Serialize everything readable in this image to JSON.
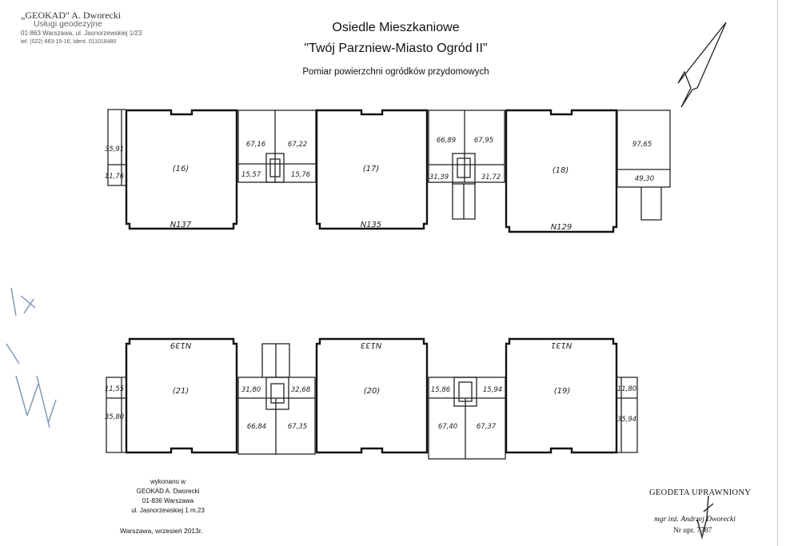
{
  "stamp": {
    "line1": "„GEOKAD\" A. Dworecki",
    "line2": "Usługi geodezyjne",
    "line3": "01-863 Warszawa, ul. Jasnorzewskiej 1/23",
    "line4": "tel. (022) 663-15-16, Ident. 011018480"
  },
  "header": {
    "title": "Osiedle Mieszkaniowe",
    "subtitle": "\"Twój Parzniew-Miasto Ogród II\"",
    "description": "Pomiar powierzchni ogródków przydomowych"
  },
  "plan": {
    "buildings": {
      "b16": "(16)",
      "b17": "(17)",
      "b18": "(18)",
      "b19": "(19)",
      "b20": "(20)",
      "b21": "(21)"
    },
    "labels": {
      "n137": "N137",
      "n135": "N135",
      "n129": "N129",
      "n139": "N139",
      "n133": "N133",
      "n131": "N131"
    },
    "areas": {
      "a3591": "35,91",
      "a1176": "11,76",
      "a6716": "67,16",
      "a6722": "67,22",
      "a1557": "15,57",
      "a1576": "15,76",
      "a6689": "66,89",
      "a6795": "67,95",
      "a3139": "31,39",
      "a3172": "31,72",
      "a9765": "97,65",
      "a4930": "49,30",
      "a1155": "11,55",
      "a3580": "35,80",
      "a3180": "31,80",
      "a3268": "32,68",
      "a6684": "66,84",
      "a6735": "67,35",
      "a1586": "15,86",
      "a1594": "15,94",
      "a6740": "67,40",
      "a6737": "67,37",
      "a1180": "11,80",
      "a3594": "35,94"
    }
  },
  "footer": {
    "made_by": "wykonano w",
    "company": "GEOKAD A. Dworecki",
    "postcode": "01-836 Warszawa",
    "street": "ul. Jasnorzewskiej 1 m.23",
    "date": "Warszawa, wrzesień 2013r."
  },
  "signature": {
    "title": "GEODETA UPRAWNIONY",
    "name": "mgr inż. Andrzej Dworecki",
    "number": "Nr upr. 7787"
  }
}
